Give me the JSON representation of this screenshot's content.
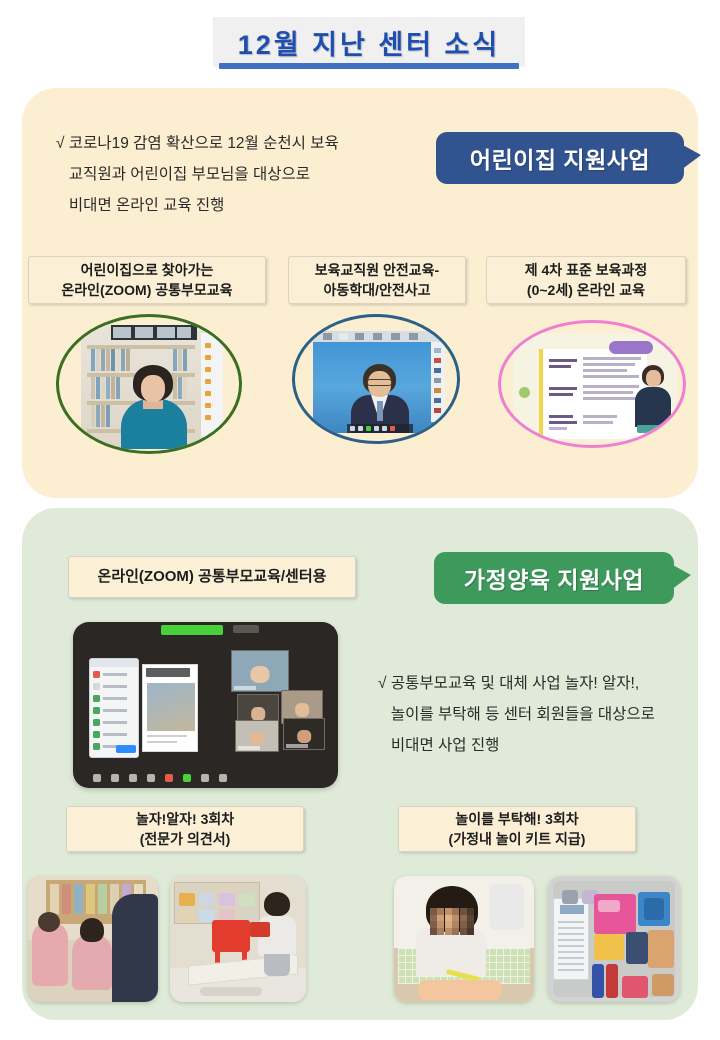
{
  "header": {
    "title": "12월 지난 센터 소식",
    "accent_color": "#1f4fae",
    "underline_color": "#3f72c4",
    "background_color": "#f0f0f0"
  },
  "sections": [
    {
      "id": "daycare-support",
      "background_color": "#fceed0",
      "banner": {
        "label": "어린이집 지원사업",
        "color": "#31538f"
      },
      "paragraph": "√ 코로나19 감염 확산으로 12월 순천시 보육\n   교직원과 어린이집 부모님을 대상으로\n   비대면 온라인 교육 진행",
      "items": [
        {
          "caption_line1": "어린이집으로 찾아가는",
          "caption_line2": "온라인(ZOOM) 공통부모교육",
          "photo_name": "zoom-lecture-woman-bookshelf",
          "oval_border_color": "#3a6e22"
        },
        {
          "caption_line1": "보육교직원 안전교육-",
          "caption_line2": "아동학대/안전사고",
          "photo_name": "zoom-lecture-man-blue",
          "oval_border_color": "#2c6088"
        },
        {
          "caption_line1": "제 4차 표준 보육과정",
          "caption_line2": "(0~2세) 온라인 교육",
          "photo_name": "online-slide-presenter",
          "oval_border_color": "#f07fd4"
        }
      ]
    },
    {
      "id": "home-care-support",
      "background_color": "#dfebd8",
      "banner": {
        "label": "가정양육 지원사업",
        "color": "#3d9a5c"
      },
      "paragraph": "√ 공통부모교육 및 대체 사업 놀자! 알자!,\n   놀이를 부탁해 등 센터 회원들을 대상으로\n   비대면 사업 진행",
      "main_caption": "온라인(ZOOM) 공통부모교육/센터용",
      "main_photo_name": "zoom-meeting-gallery-screenshot",
      "items": [
        {
          "caption_line1": "놀자!알자! 3회차",
          "caption_line2": "(전문가 의견서)",
          "photos": [
            "children-playing-classroom-floor",
            "toddler-walking-on-play-mat"
          ]
        },
        {
          "caption_line1": "놀이를 부탁해!  3회차",
          "caption_line2": "(가정내 놀이 키트 지급)",
          "photos": [
            "child-at-table-blurred-face",
            "home-play-kit-tray"
          ]
        }
      ]
    }
  ]
}
